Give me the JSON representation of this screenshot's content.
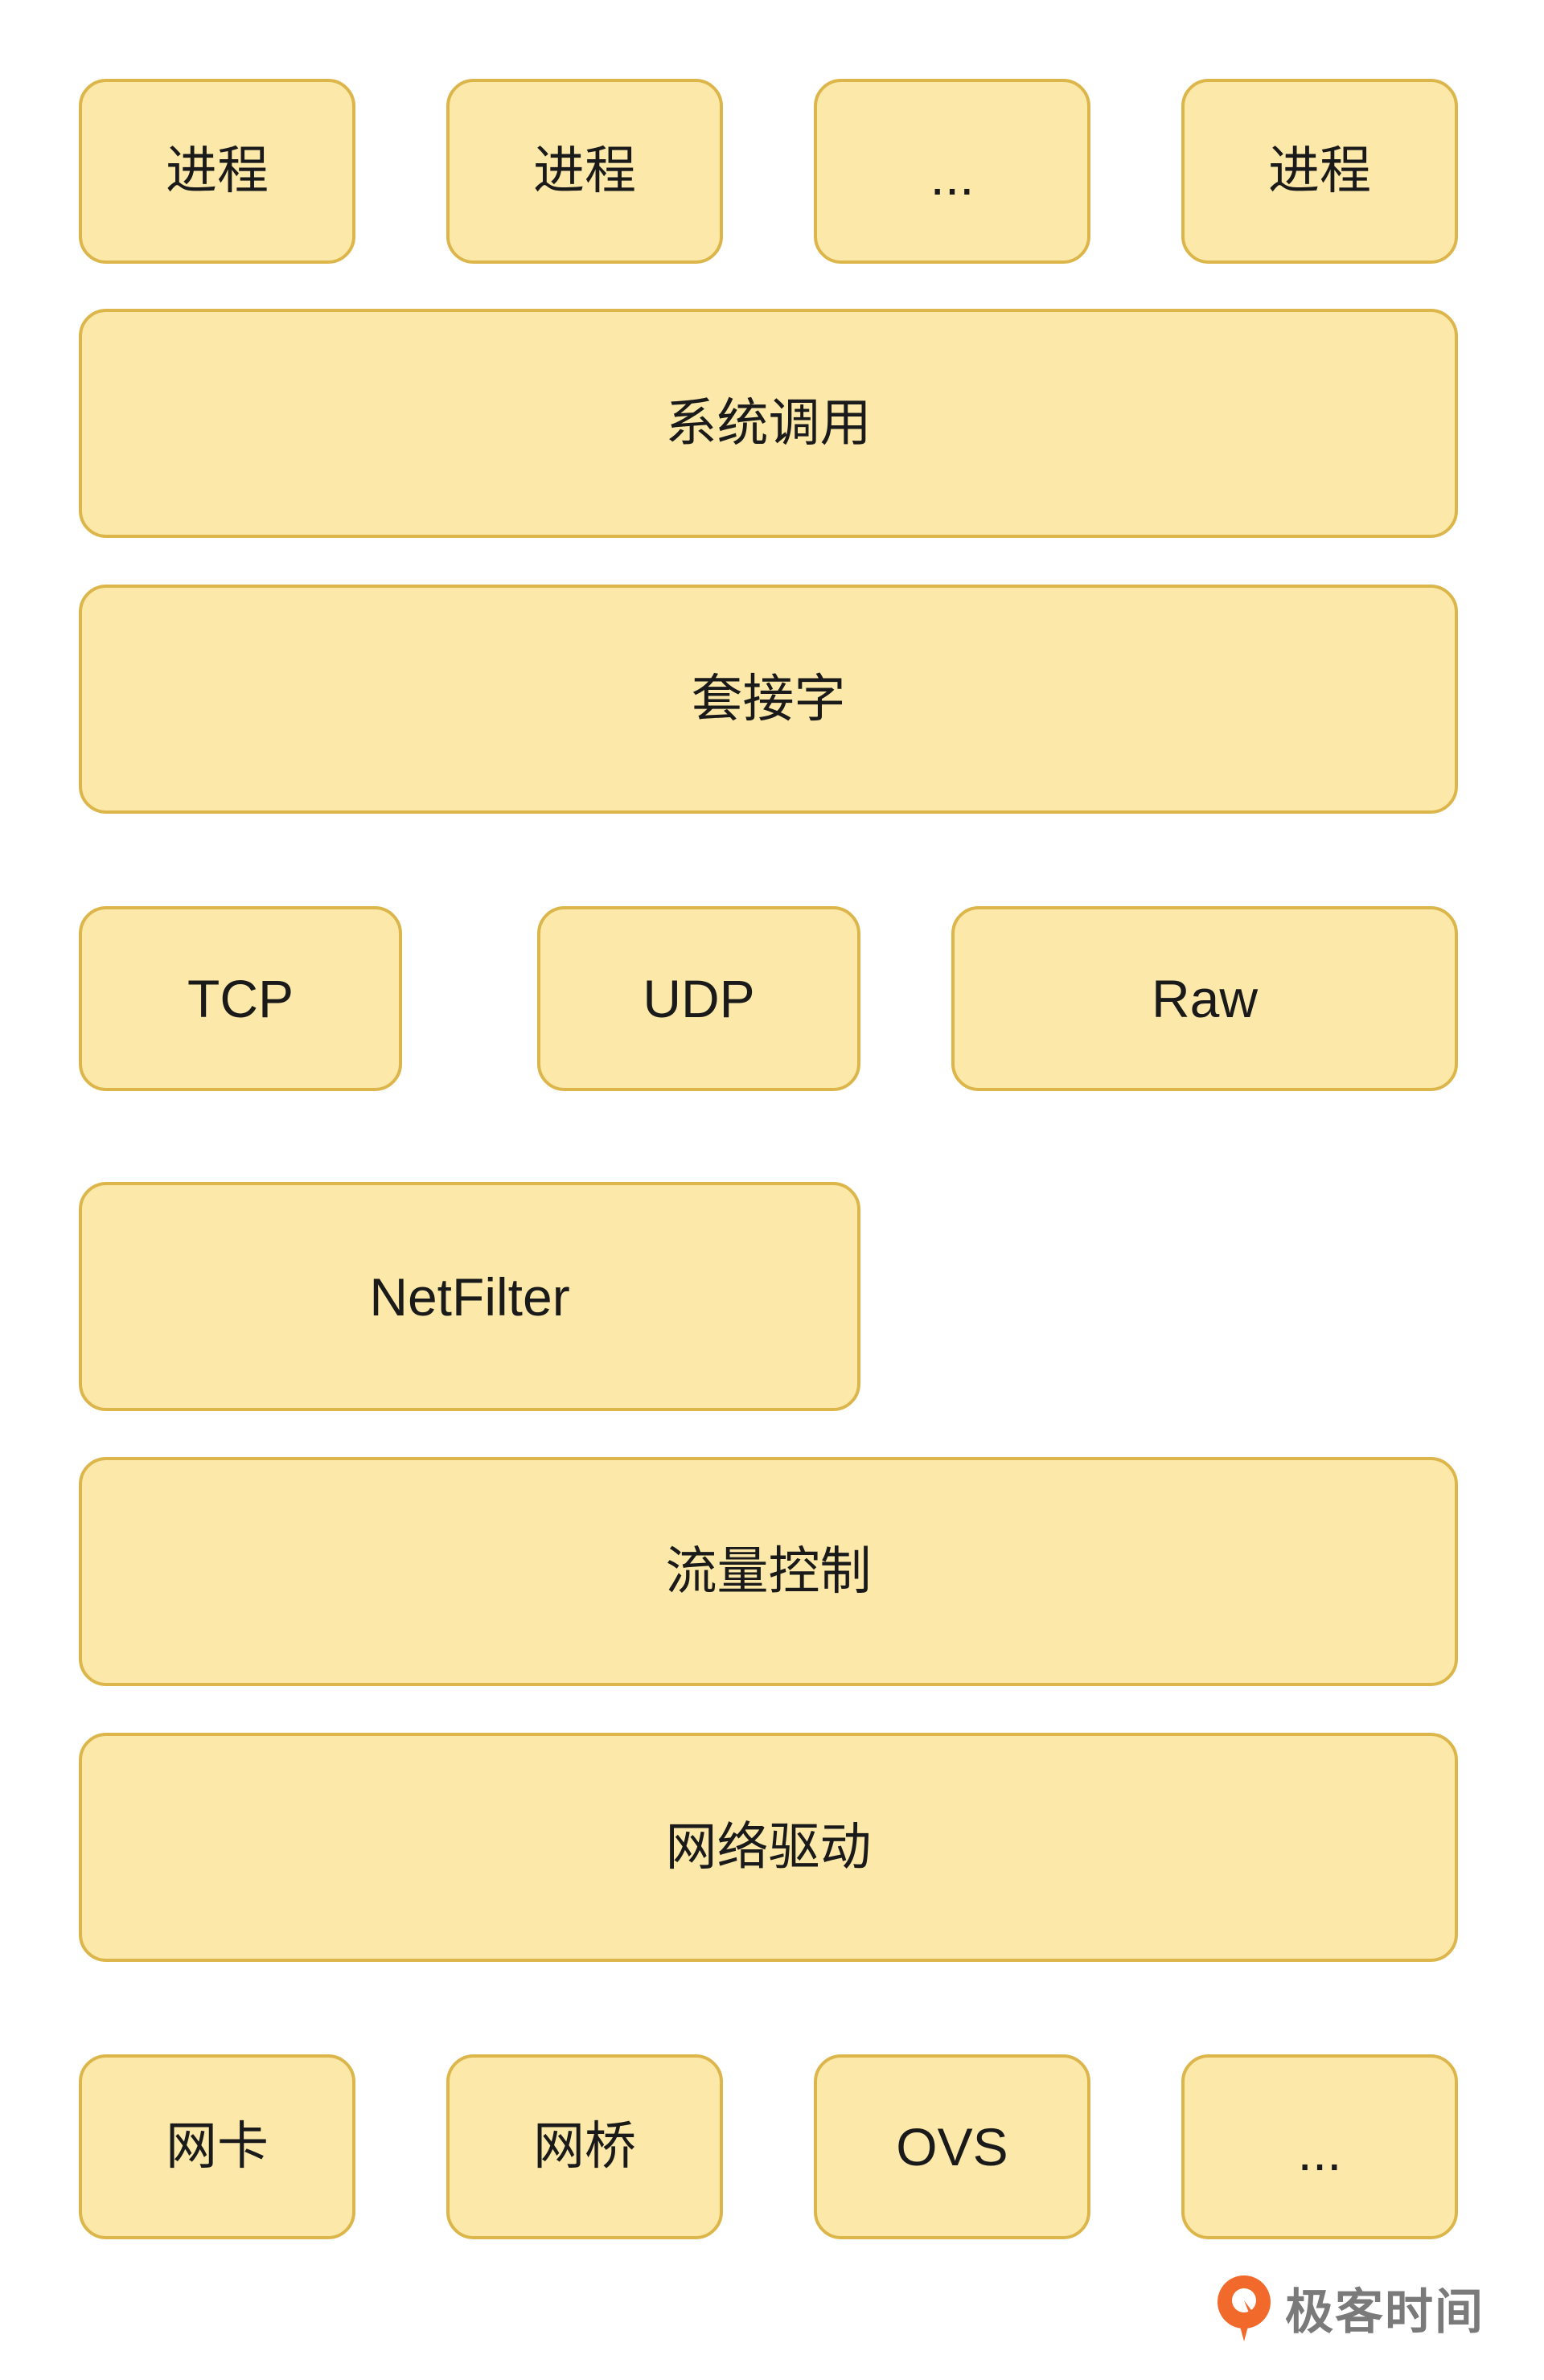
{
  "diagram": {
    "processes": [
      "进程",
      "进程",
      "...",
      "进程"
    ],
    "system_call": "系统调用",
    "socket": "套接字",
    "protocols": [
      "TCP",
      "UDP",
      "Raw"
    ],
    "netfilter": "NetFilter",
    "traffic_control": "流量控制",
    "network_driver": "网络驱动",
    "devices": [
      "网卡",
      "网桥",
      "OVS",
      "..."
    ]
  },
  "watermark": {
    "brand": "极客时间"
  },
  "colors": {
    "box_fill": "#fce9a9",
    "box_border": "#dcb64a",
    "logo_orange": "#f26a2b",
    "logo_text": "#7a7a7a"
  }
}
